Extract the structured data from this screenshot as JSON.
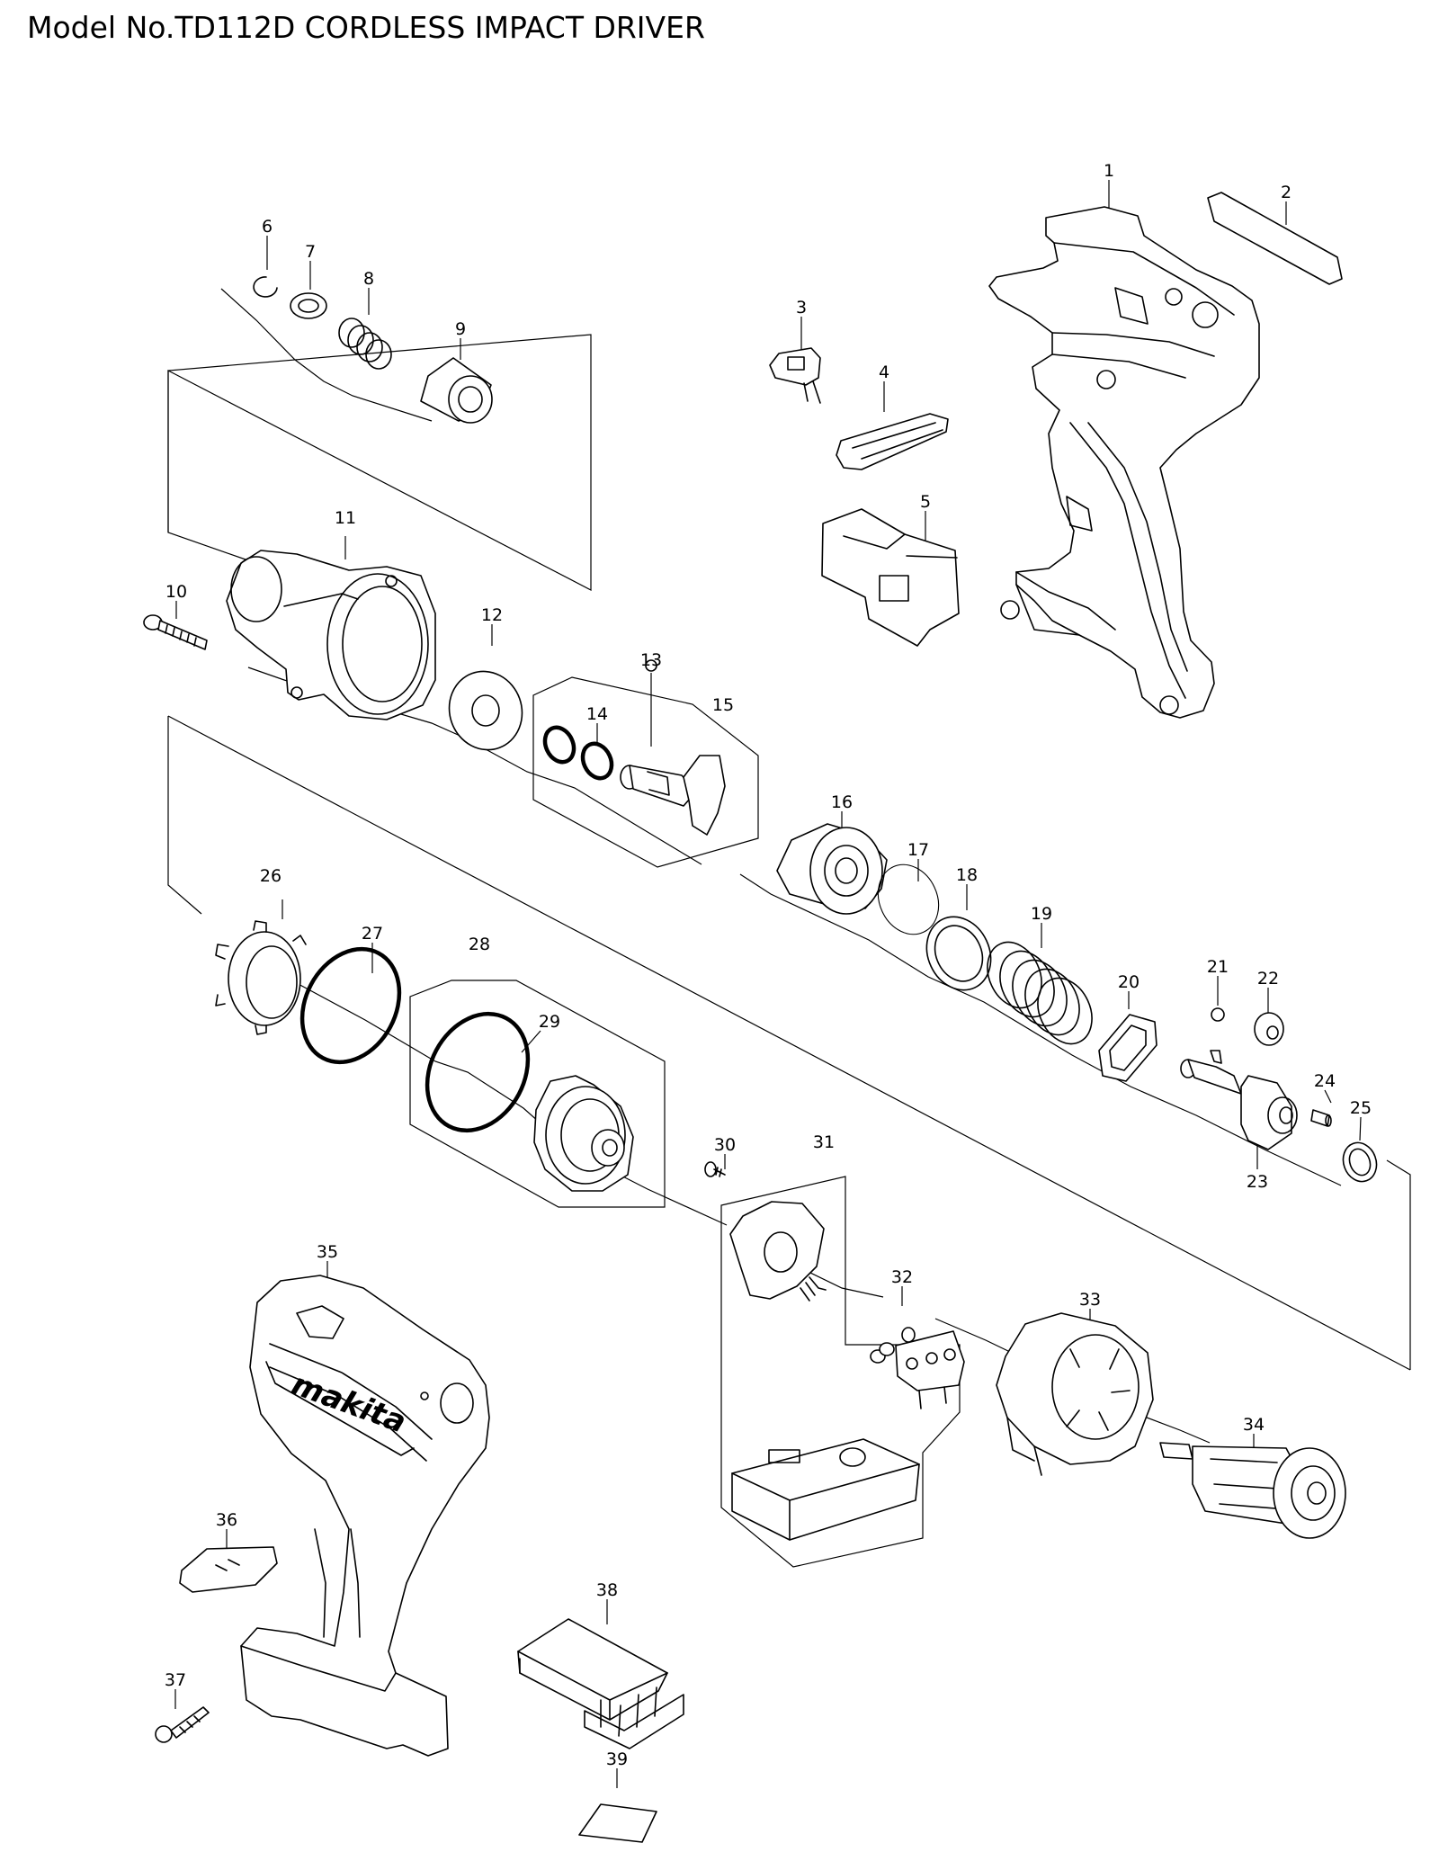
{
  "title": "Model No.TD112D CORDLESS IMPACT DRIVER",
  "logo_text": "makita",
  "parts": [
    {
      "label": "1"
    },
    {
      "label": "2"
    },
    {
      "label": "3"
    },
    {
      "label": "4"
    },
    {
      "label": "5"
    },
    {
      "label": "6"
    },
    {
      "label": "7"
    },
    {
      "label": "8"
    },
    {
      "label": "9"
    },
    {
      "label": "10"
    },
    {
      "label": "11"
    },
    {
      "label": "12"
    },
    {
      "label": "13"
    },
    {
      "label": "14"
    },
    {
      "label": "15"
    },
    {
      "label": "16"
    },
    {
      "label": "17"
    },
    {
      "label": "18"
    },
    {
      "label": "19"
    },
    {
      "label": "20"
    },
    {
      "label": "21"
    },
    {
      "label": "22"
    },
    {
      "label": "23"
    },
    {
      "label": "24"
    },
    {
      "label": "25"
    },
    {
      "label": "26"
    },
    {
      "label": "27"
    },
    {
      "label": "28"
    },
    {
      "label": "29"
    },
    {
      "label": "30"
    },
    {
      "label": "31"
    },
    {
      "label": "32"
    },
    {
      "label": "33"
    },
    {
      "label": "34"
    },
    {
      "label": "35"
    },
    {
      "label": "36"
    },
    {
      "label": "37"
    },
    {
      "label": "38"
    },
    {
      "label": "39"
    }
  ]
}
